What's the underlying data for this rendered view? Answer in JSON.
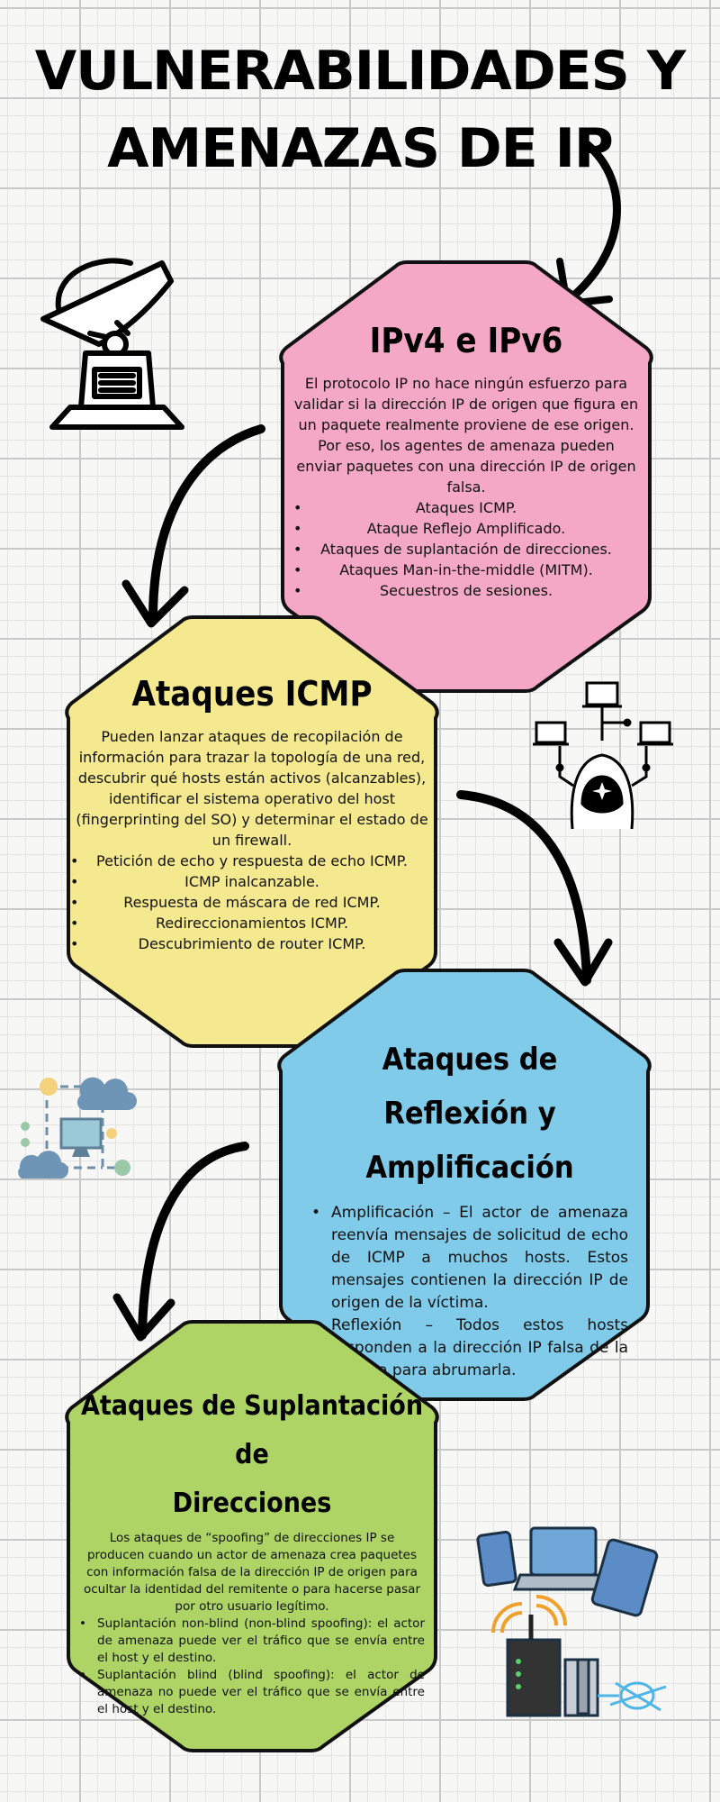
{
  "title": {
    "line1": "VULNERABILIDADES Y",
    "line2": "AMENAZAS DE IP"
  },
  "sections": [
    {
      "title": "IPv4 e IPv6",
      "color": "#f5a7c6",
      "description": "El protocolo IP no hace ningún esfuerzo para validar si la dirección IP de origen que figura en un paquete realmente proviene de ese origen. Por eso, los agentes de amenaza pueden enviar paquetes con una dirección IP de origen falsa.",
      "items": [
        "Ataques ICMP.",
        "Ataque Reflejo Amplificado.",
        "Ataques de suplantación de direcciones.",
        "Ataques Man-in-the-middle (MITM).",
        "Secuestros de sesiones."
      ]
    },
    {
      "title": "Ataques ICMP",
      "color": "#f5e98f",
      "description": "Pueden lanzar ataques de recopilación de información para trazar la topología de una red, descubrir qué hosts están activos (alcanzables), identificar el sistema operativo del host (fingerprinting del SO) y determinar el estado de un firewall.",
      "items": [
        "Petición de echo y respuesta de echo ICMP.",
        "ICMP inalcanzable.",
        "Respuesta de máscara de red ICMP.",
        "Redireccionamientos ICMP.",
        "Descubrimiento de router ICMP."
      ]
    },
    {
      "title_line1": "Ataques de Reflexión y",
      "title_line2": "Amplificación",
      "color": "#7fcbe9",
      "items": [
        "Amplificación – El actor de amenaza reenvía mensajes de solicitud de echo de ICMP a muchos hosts. Estos mensajes contienen la dirección IP de origen de la víctima.",
        "Reflexión – Todos estos hosts responden a la dirección IP falsa de la víctima para abrumarla."
      ]
    },
    {
      "title_line1": "Ataques de Suplantación de",
      "title_line2": "Direcciones",
      "color": "#aed466",
      "description": "Los ataques de “spoofing” de direcciones IP se producen cuando un actor de amenaza crea paquetes con información falsa de la dirección IP de origen para ocultar la identidad del remitente o para hacerse pasar por otro usuario legítimo.",
      "items": [
        "Suplantación non-blind (non-blind spoofing): el actor de amenaza puede ver el tráfico que se envía entre el host y el destino.",
        "Suplantación blind (blind spoofing): el actor de amenaza no puede ver el tráfico que se envía entre el host y el destino."
      ]
    }
  ],
  "icons": [
    "satellite-dish-icon",
    "hacker-network-icon",
    "cloud-network-icon",
    "devices-router-icon",
    "curved-arrow-icon"
  ]
}
